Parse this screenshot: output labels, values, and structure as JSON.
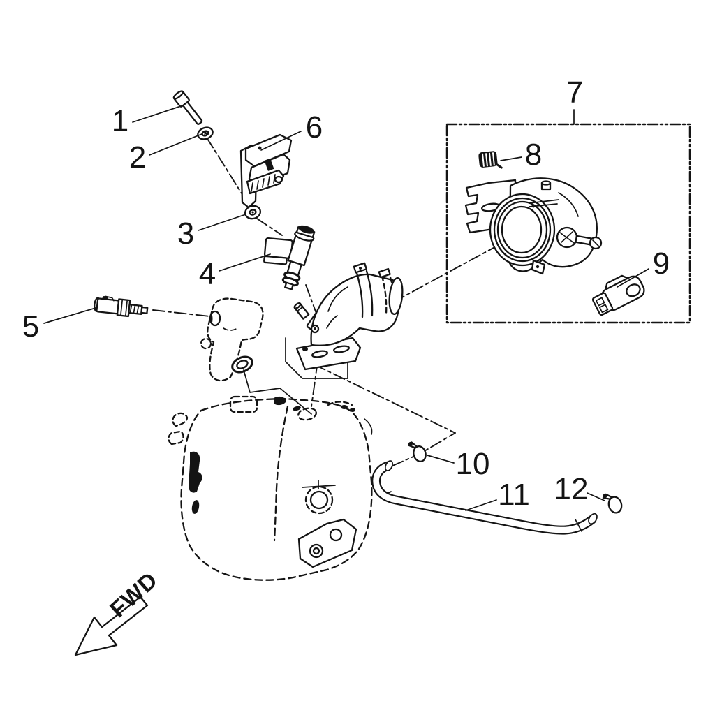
{
  "diagram": {
    "kind": "exploded-parts-diagram",
    "background": "#ffffff",
    "line_color": "#141414",
    "direction_marker": {
      "label": "FWD"
    },
    "callouts": [
      {
        "label": "1",
        "part": "socket-head-bolt"
      },
      {
        "label": "2",
        "part": "washer"
      },
      {
        "label": "3",
        "part": "seal-grommet"
      },
      {
        "label": "4",
        "part": "fuel-injector"
      },
      {
        "label": "5",
        "part": "temperature-sensor"
      },
      {
        "label": "6",
        "part": "injector-bracket"
      },
      {
        "label": "7",
        "part": "throttle-body-assembly"
      },
      {
        "label": "8",
        "part": "spring"
      },
      {
        "label": "9",
        "part": "sensor"
      },
      {
        "label": "10",
        "part": "hose-clamp"
      },
      {
        "label": "11",
        "part": "hose"
      },
      {
        "label": "12",
        "part": "hose-clamp"
      }
    ]
  }
}
